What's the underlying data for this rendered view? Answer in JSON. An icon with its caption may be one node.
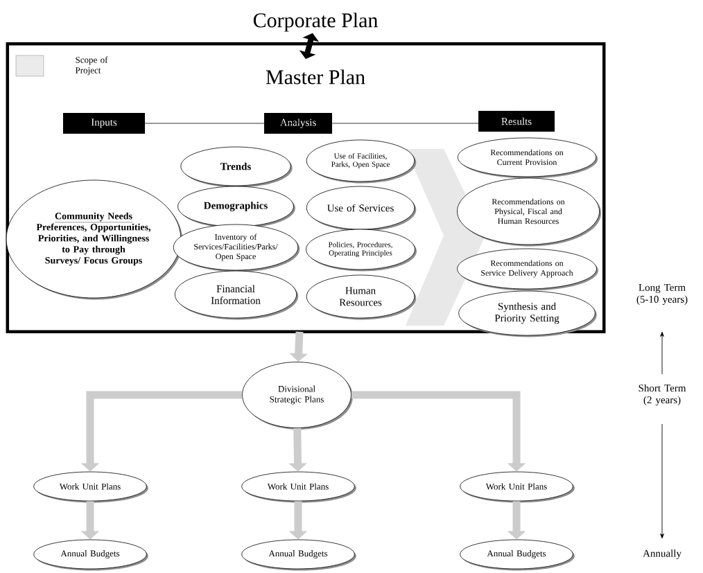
{
  "diagram": {
    "nodes": [
      {
        "text": [
          "Corporate Plan"
        ]
      },
      {
        "text": [
          "Master Plan"
        ]
      },
      {
        "text": [
          "Inputs"
        ],
        "in": 1
      },
      {
        "text": [
          "Analysis"
        ],
        "in": 1
      },
      {
        "text": [
          "Results"
        ],
        "in": 1
      },
      {
        "text": [
          "Community Needs",
          "Preferences, Opportunities, Priorities, and Willingness to Pay through Surveys/ Focus Groups"
        ],
        "in": 1
      },
      {
        "text": [
          "Trends"
        ],
        "in": 1
      },
      {
        "text": [
          "Demographics"
        ],
        "in": 1
      },
      {
        "text": [
          "Inventory of Services/Facilities/Parks/ Open Space"
        ],
        "in": 1
      },
      {
        "text": [
          "Financial Information"
        ],
        "in": 1
      },
      {
        "text": [
          "Use of Facilities, Parks, Open Space"
        ],
        "in": 1
      },
      {
        "text": [
          "Use of Services"
        ],
        "in": 1
      },
      {
        "text": [
          "Policies, Procedures, Operating Principles"
        ],
        "in": 1
      },
      {
        "text": [
          "Human Resources"
        ],
        "in": 1
      },
      {
        "text": [
          "Recommendations on Current Provision"
        ],
        "in": 1
      },
      {
        "text": [
          "Recommendations on Physical, Fiscal and Human Resources"
        ],
        "in": 1
      },
      {
        "text": [
          "Recommendations on Service Delivery Approach"
        ],
        "in": 1
      },
      {
        "text": [
          "Synthesis and Priority Setting"
        ],
        "in": 1
      },
      {
        "text": [
          "Divisional Strategic Plans"
        ]
      },
      {
        "text": [
          "Work Unit Plans"
        ]
      },
      {
        "text": [
          "Work Unit Plans"
        ]
      },
      {
        "text": [
          "Work Unit Plans"
        ]
      },
      {
        "text": [
          "Annual Budgets"
        ]
      },
      {
        "text": [
          "Annual Budgets"
        ]
      },
      {
        "text": [
          "Annual Budgets"
        ]
      }
    ],
    "edges": [
      {
        "from": 0,
        "to": 1,
        "arrow": "both",
        "color": "#000000"
      },
      {
        "from": 2,
        "to": 3,
        "arrow": "none",
        "color": "#000000"
      },
      {
        "from": 3,
        "to": 4,
        "arrow": "none",
        "color": "#000000"
      },
      {
        "from": 1,
        "to": 18,
        "arrow": "to"
      },
      {
        "from": 18,
        "to": 19,
        "arrow": "to"
      },
      {
        "from": 18,
        "to": 20,
        "arrow": "to"
      },
      {
        "from": 18,
        "to": 21,
        "arrow": "to"
      },
      {
        "from": 19,
        "to": 22,
        "arrow": "to"
      },
      {
        "from": 20,
        "to": 23,
        "arrow": "to"
      },
      {
        "from": 21,
        "to": 24,
        "arrow": "to"
      }
    ],
    "labels": [
      "Long Term (5-10 years)",
      "Short Term (2 years)",
      "Annually"
    ],
    "legend": [
      {
        "text": "Scope of Project"
      }
    ]
  }
}
